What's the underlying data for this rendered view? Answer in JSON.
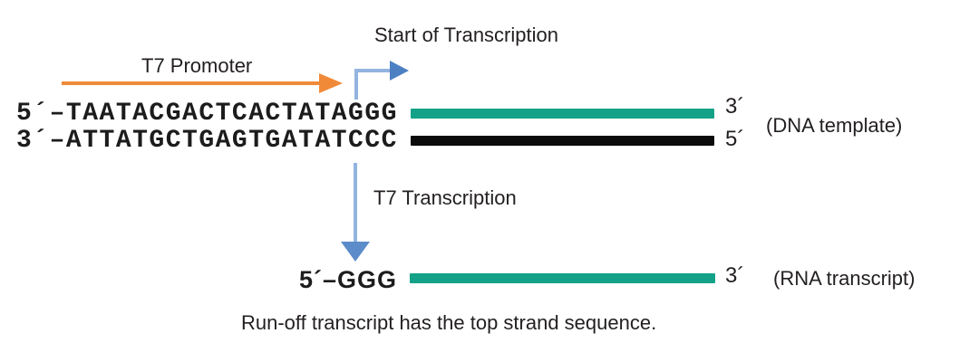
{
  "figure": {
    "labels": {
      "start_of_transcription": "Start of Transcription",
      "t7_promoter": "T7 Promoter",
      "t7_transcription": "T7 Transcription",
      "caption": "Run-off transcript has the top strand sequence."
    },
    "dna": {
      "top_strand_sequence": "5´–TAATACGACTCACTATAGGG",
      "top_strand_end_label": "3´",
      "bottom_strand_sequence": "3´–ATTATGCTGAGTGATATCCC",
      "bottom_strand_end_label": "5´",
      "annotation": "(DNA template)"
    },
    "rna": {
      "sequence": "5´–GGG",
      "end_label": "3´",
      "annotation": "(RNA transcript)"
    },
    "colors": {
      "promoter_arrow": "#f18a38",
      "arrow_line_blue": "#93b4de",
      "bent_arrow_head": "#4d7fc3",
      "down_arrow_head": "#5c8cc9",
      "sense_bar_green": "#13a287",
      "template_bar_black": "#0b0b0b",
      "text": "#231f20"
    }
  }
}
